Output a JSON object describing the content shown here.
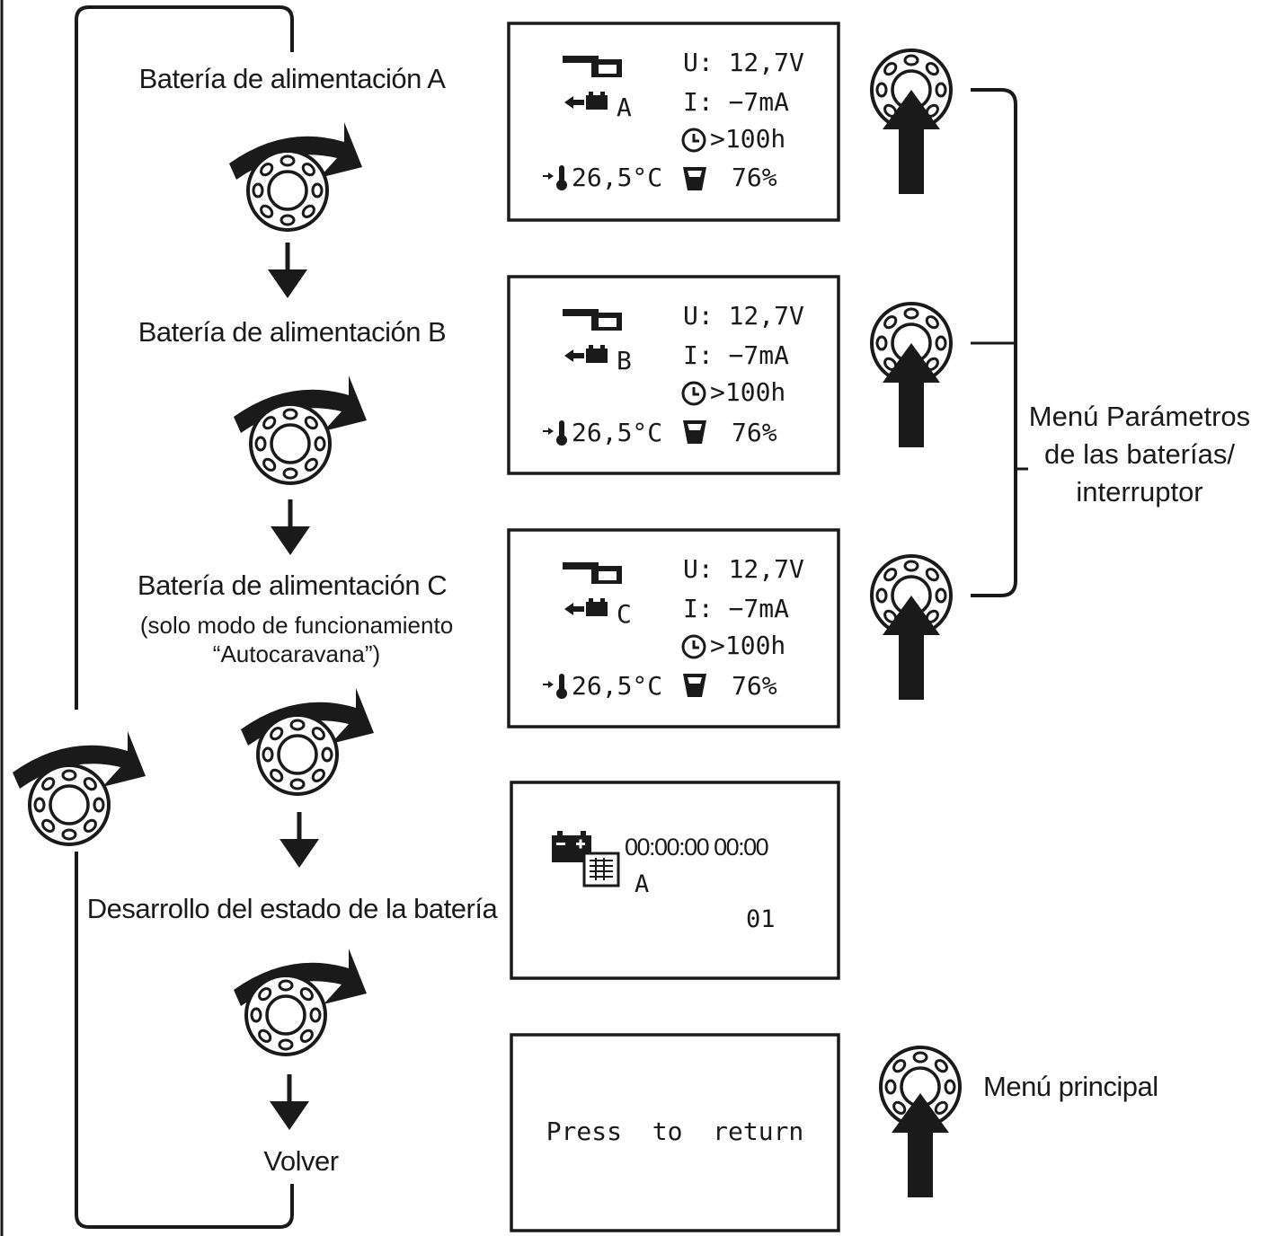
{
  "left_column": {
    "step_a": "Batería de alimentación A",
    "step_b": "Batería de alimentación B",
    "step_c": "Batería de alimentación C",
    "step_c_note": "(solo modo de funcionamiento “Autocaravana”)",
    "step_history": "Desarrollo del estado de la batería",
    "step_back": "Volver"
  },
  "screens": [
    {
      "battery_letter": "A",
      "voltage": "U: 12,7V",
      "current": "I:  −7mA",
      "time_remaining": ">100h",
      "temperature": "26,5°C",
      "charge_level": "76%"
    },
    {
      "battery_letter": "B",
      "voltage": "U: 12,7V",
      "current": "I:  −7mA",
      "time_remaining": ">100h",
      "temperature": "26,5°C",
      "charge_level": "76%"
    },
    {
      "battery_letter": "C",
      "voltage": "U: 12,7V",
      "current": "I:  −7mA",
      "time_remaining": ">100h",
      "temperature": "26,5°C",
      "charge_level": "76%"
    }
  ],
  "history_screen": {
    "timestamp": "00:00:00 00:00",
    "battery_letter": "A",
    "index": "01"
  },
  "return_screen": {
    "text": "Press  to  return"
  },
  "right_column": {
    "bracket_label": "Menú Parámetros de las baterías/ interruptor",
    "main_menu_label": "Menú principal"
  },
  "icons": {
    "rotary_knob": "rotary-knob-icon",
    "turn": "turn-clockwise-arrow-icon",
    "press": "press-up-arrow-icon",
    "down": "down-arrow-icon",
    "battery_source": "battery-source-icon",
    "thermometer": "thermometer-icon",
    "clock": "clock-icon",
    "charge": "charge-level-icon",
    "battery_log": "battery-log-icon"
  },
  "colors": {
    "ink": "#1a1a1a",
    "background": "#ffffff"
  }
}
